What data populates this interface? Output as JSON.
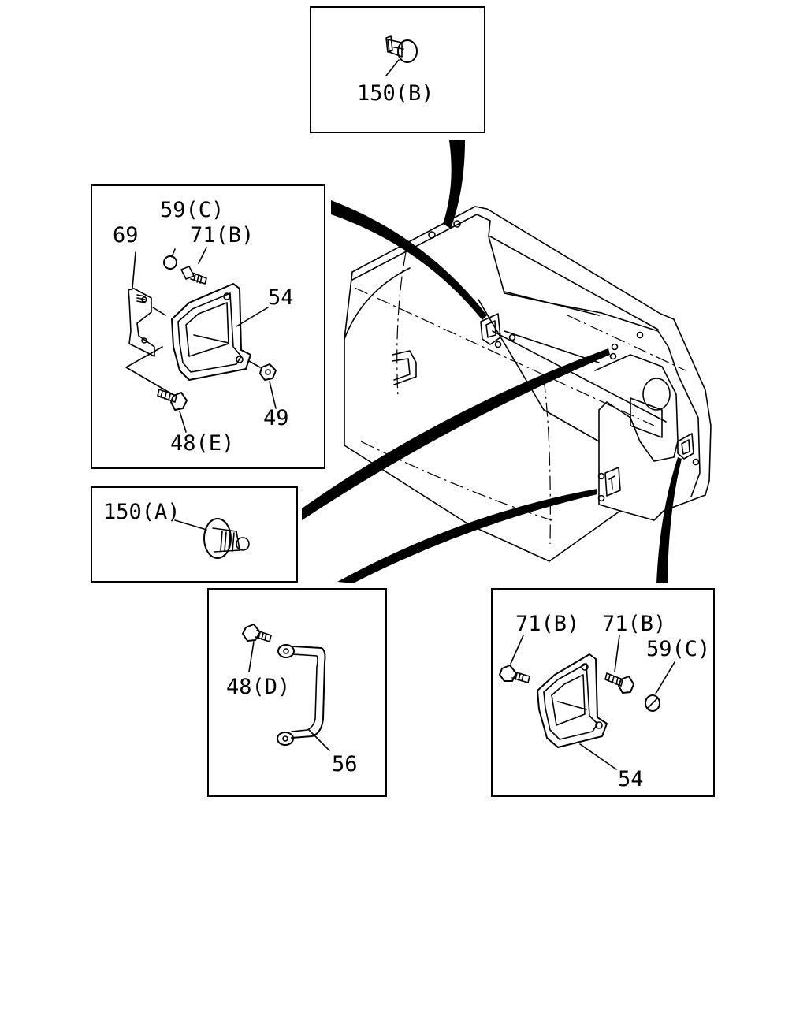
{
  "callouts": {
    "top_box": {
      "part": "150(B)"
    },
    "left_box": {
      "cap": "59(C)",
      "bolt": "71(B)",
      "bracket": "69",
      "trim": "54",
      "nut": "49",
      "bolt_lower": "48(E)"
    },
    "mid_left_box": {
      "clip": "150(A)"
    },
    "center_box": {
      "bolt": "48(D)",
      "strap": "56"
    },
    "right_box": {
      "bolt_left": "71(B)",
      "bolt_right": "71(B)",
      "cap": "59(C)",
      "trim": "54"
    }
  }
}
